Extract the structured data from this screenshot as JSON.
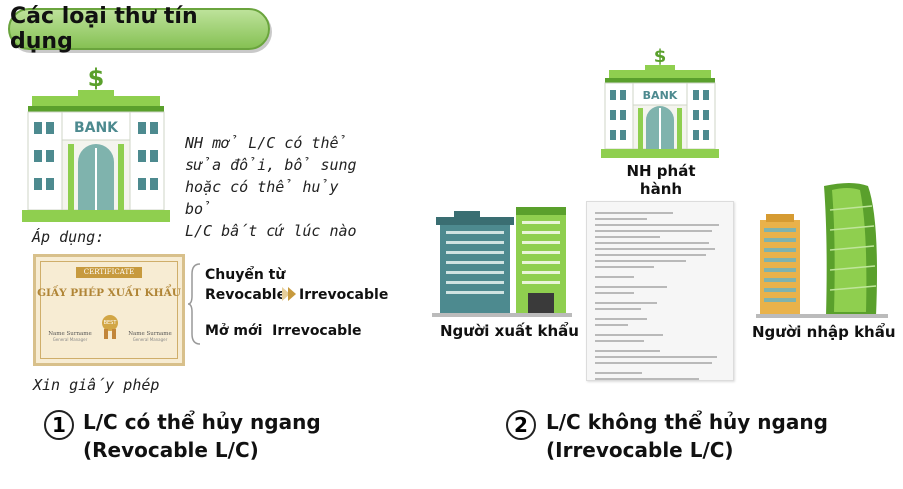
{
  "title": "Các loại thư tín dụng",
  "left": {
    "bank_sign": "BANK",
    "bank_note": [
      "NH mở L/C có thể",
      "sửa đổi, bổ sung",
      "hoặc có thể hủy bỏ",
      "L/C bất cứ lúc nào"
    ],
    "apply_label": "Áp dụng:",
    "certificate": {
      "ribbon": "CERTIFICATE",
      "title": "GIẤY PHÉP XUẤT KHẨU",
      "seal": "BEST",
      "signers": [
        "Name Surname",
        "Name Surname"
      ],
      "roles": [
        "General Manager",
        "General Manager"
      ]
    },
    "convert_label": "Chuyển từ",
    "from_type": "Revocable",
    "to_type": "Irrevocable",
    "new_label": "Mở mới  Irrevocable",
    "permit_caption": "Xin giấy phép",
    "number": "1",
    "heading_line1": "L/C có thể hủy ngang",
    "heading_line2": "(Revocable L/C)"
  },
  "right": {
    "bank_sign": "BANK",
    "issuing_bank": "NH phát hành",
    "exporter": "Người xuất khẩu",
    "importer": "Người nhập khẩu",
    "number": "2",
    "heading_line1": "L/C không thể hủy ngang",
    "heading_line2": "(Irrevocable L/C)"
  },
  "colors": {
    "green_light": "#8fcf4f",
    "green_dark": "#5aa02c",
    "building_blue": "#4d8a8f",
    "teal": "#7fb3ad",
    "ribbon_gold": "#c79a3e"
  },
  "icons": [
    "dollar-sign-icon",
    "arrow-right-icon"
  ]
}
